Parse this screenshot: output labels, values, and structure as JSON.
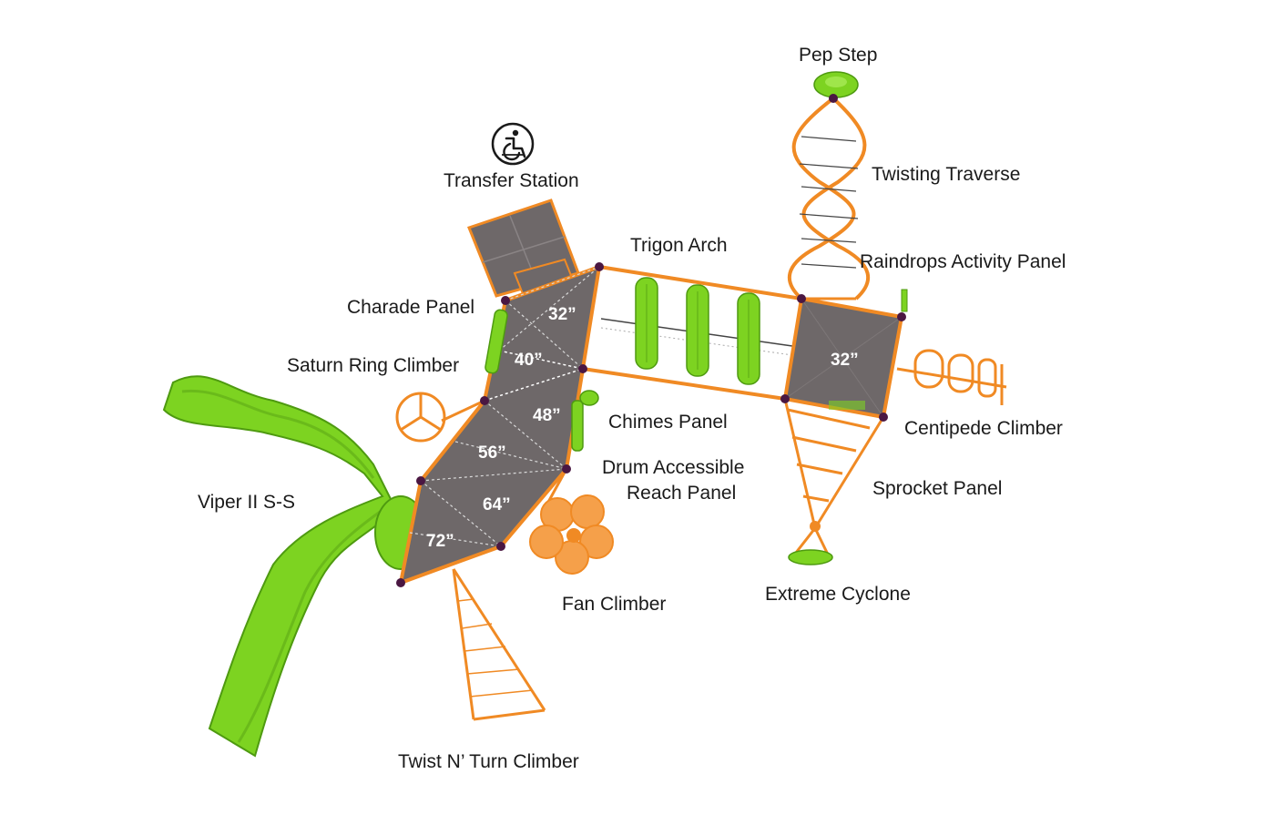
{
  "colors": {
    "steel": "#F08A24",
    "plastic": "#7DD321",
    "deck": "#6E6869",
    "clamp": "#4A1742",
    "background": "#FFFFFF"
  },
  "icon": "wheelchair-transfer-icon",
  "labels": {
    "pep_step": "Pep Step",
    "twisting_traverse": "Twisting Traverse",
    "transfer_station": "Transfer Station",
    "trigon_arch": "Trigon Arch",
    "raindrops_panel": "Raindrops Activity Panel",
    "charade_panel": "Charade Panel",
    "saturn_ring": "Saturn Ring Climber",
    "chimes_panel": "Chimes Panel",
    "centipede_climber": "Centipede Climber",
    "viper_slide": "Viper II S-S",
    "drum_panel_line1": "Drum Accessible",
    "drum_panel_line2": "Reach Panel",
    "sprocket_panel": "Sprocket Panel",
    "fan_climber": "Fan Climber",
    "extreme_cyclone": "Extreme Cyclone",
    "twist_turn": "Twist N’ Turn Climber"
  },
  "deck_heights": [
    "32”",
    "40”",
    "48”",
    "56”",
    "64”",
    "72”",
    "32”"
  ]
}
